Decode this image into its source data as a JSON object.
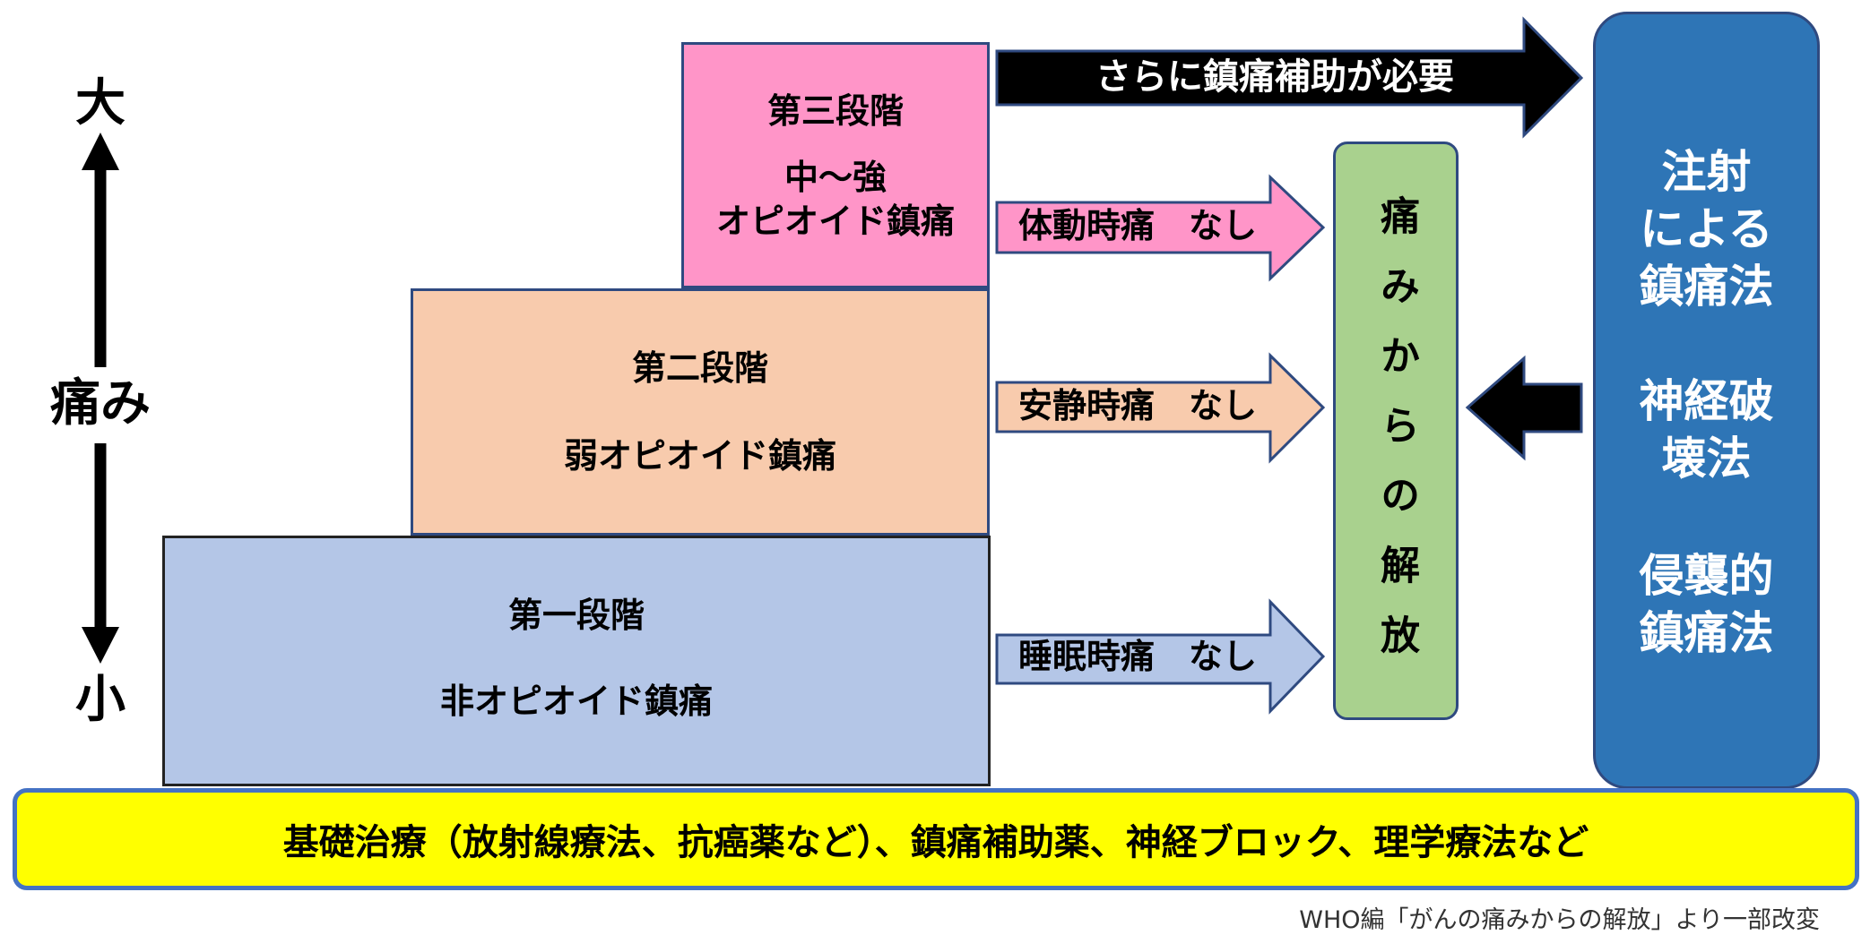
{
  "axis": {
    "top_label": "大",
    "middle_label": "痛み",
    "bottom_label": "小"
  },
  "steps": [
    {
      "title": "第一段階",
      "description": "非オピオイド鎮痛",
      "color": "#b4c6e7"
    },
    {
      "title": "第二段階",
      "description": "弱オピオイド鎮痛",
      "color": "#f8cbad"
    },
    {
      "title": "第三段階",
      "description_lines": [
        "中～強",
        "オピオイド鎮痛"
      ],
      "color": "#ff95c8"
    }
  ],
  "arrows": {
    "sleep_pain": "睡眠時痛　なし",
    "rest_pain": "安静時痛　なし",
    "movement_pain": "体動時痛　なし",
    "extra_analgesia": "さらに鎮痛補助が必要"
  },
  "relief": {
    "text": "痛みからの解放",
    "color": "#a9d18e"
  },
  "advanced": {
    "color": "#2e75b6",
    "items": [
      "注射\nによる\n鎮痛法",
      "神経破\n壊法",
      "侵襲的\n鎮痛法"
    ]
  },
  "base": {
    "text": "基礎治療（放射線療法、抗癌薬など）、鎮痛補助薬、神経ブロック、理学療法など",
    "color": "#ffff00"
  },
  "source_note": "WHO編「がんの痛みからの解放」より一部改変"
}
